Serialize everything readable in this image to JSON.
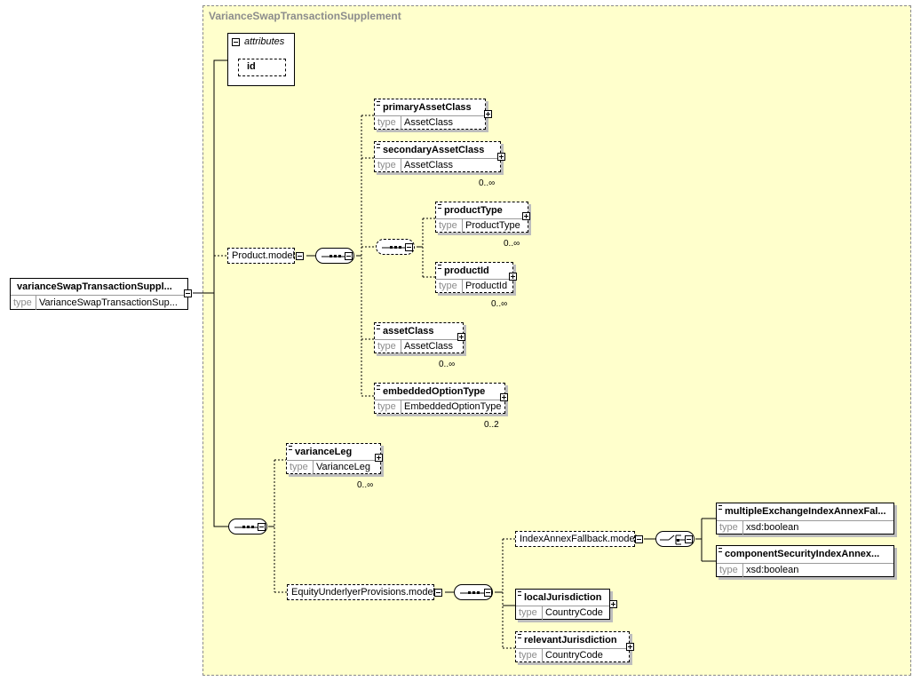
{
  "group": {
    "title": "VarianceSwapTransactionSupplement"
  },
  "root": {
    "name": "varianceSwapTransactionSuppl...",
    "type_label": "type",
    "type": "VarianceSwapTransactionSup..."
  },
  "attributes": {
    "label": "attributes",
    "items": [
      "id"
    ]
  },
  "product_model": {
    "label": "Product.model"
  },
  "elements": {
    "primaryAssetClass": {
      "name": "primaryAssetClass",
      "type_label": "type",
      "type": "AssetClass",
      "cardinality": ""
    },
    "secondaryAssetClass": {
      "name": "secondaryAssetClass",
      "type_label": "type",
      "type": "AssetClass",
      "cardinality": "0..∞"
    },
    "productType": {
      "name": "productType",
      "type_label": "type",
      "type": "ProductType",
      "cardinality": "0..∞"
    },
    "productId": {
      "name": "productId",
      "type_label": "type",
      "type": "ProductId",
      "cardinality": "0..∞"
    },
    "assetClass": {
      "name": "assetClass",
      "type_label": "type",
      "type": "AssetClass",
      "cardinality": "0..∞"
    },
    "embeddedOptionType": {
      "name": "embeddedOptionType",
      "type_label": "type",
      "type": "EmbeddedOptionType",
      "cardinality": "0..2"
    },
    "varianceLeg": {
      "name": "varianceLeg",
      "type_label": "type",
      "type": "VarianceLeg",
      "cardinality": "0..∞"
    },
    "multipleExchange": {
      "name": "multipleExchangeIndexAnnexFal...",
      "type_label": "type",
      "type": "xsd:boolean",
      "cardinality": ""
    },
    "componentSecurity": {
      "name": "componentSecurityIndexAnnex...",
      "type_label": "type",
      "type": "xsd:boolean",
      "cardinality": ""
    },
    "localJurisdiction": {
      "name": "localJurisdiction",
      "type_label": "type",
      "type": "CountryCode",
      "cardinality": ""
    },
    "relevantJurisdiction": {
      "name": "relevantJurisdiction",
      "type_label": "type",
      "type": "CountryCode",
      "cardinality": ""
    }
  },
  "index_annex_model": {
    "label": "IndexAnnexFallback.model"
  },
  "equity_model": {
    "label": "EquityUnderlyerProvisions.model"
  }
}
